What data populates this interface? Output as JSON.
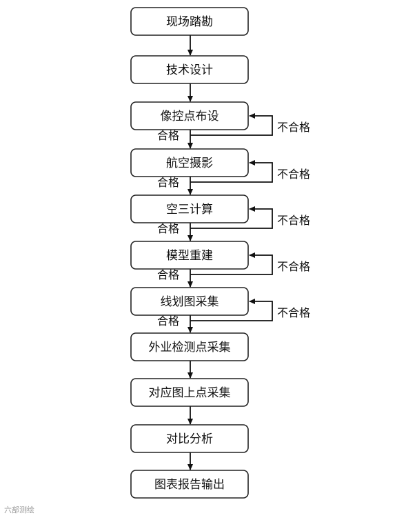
{
  "steps": [
    "现场踏勘",
    "技术设计",
    "像控点布设",
    "航空摄影",
    "空三计算",
    "模型重建",
    "线划图采集",
    "外业检测点采集",
    "对应图上点采集",
    "对比分析",
    "图表报告输出"
  ],
  "loop_label": "不合格",
  "pass_label": "合格",
  "watermark": "六部测绘",
  "colors": {
    "line": "#111111",
    "box_border": "#222222",
    "box_fill": "#ffffff"
  }
}
